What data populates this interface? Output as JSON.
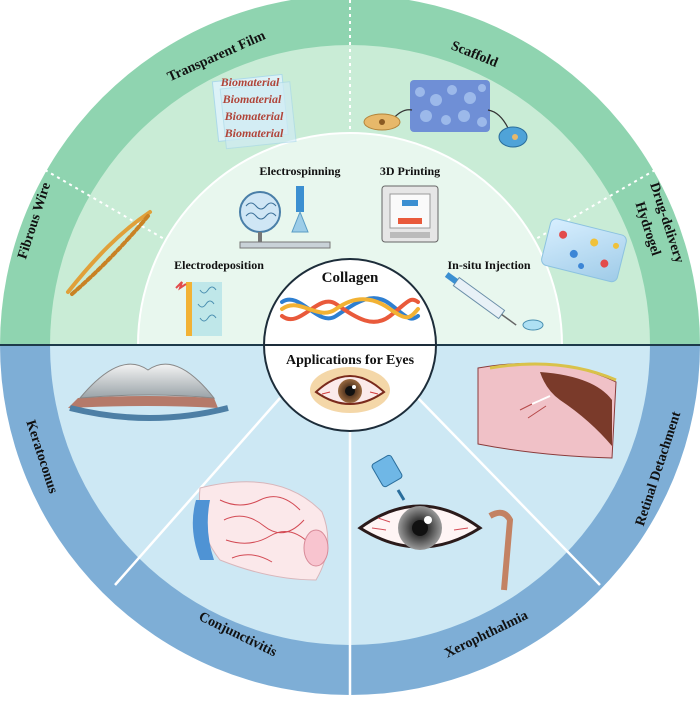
{
  "center": {
    "top_label": "Collagen",
    "bottom_label": "Applications for Eyes"
  },
  "outer_ring_top": [
    {
      "label": "Transparent Film"
    },
    {
      "label": "Scaffold"
    },
    {
      "label": "Fibrous Wire"
    },
    {
      "label_line1": "Drug-delivery",
      "label_line2": "Hydrogel"
    }
  ],
  "inner_ring_methods": [
    {
      "label": "Electrospinning"
    },
    {
      "label": "3D Printing"
    },
    {
      "label": "Electrodeposition"
    },
    {
      "label": "In-situ Injection"
    }
  ],
  "outer_ring_bottom": [
    {
      "label": "Keratoconus"
    },
    {
      "label": "Retinal Detachment"
    },
    {
      "label": "Conjunctivitis"
    },
    {
      "label": "Xerophthalmia"
    }
  ],
  "film_text": "Biomaterial",
  "colors": {
    "top_outer": "#8fd4b0",
    "top_middle": "#c9ecd6",
    "top_inner": "#e3f5ea",
    "bottom_outer": "#7eaed6",
    "bottom_inner": "#cde8f4",
    "divider_line": "#1d3a4a",
    "biomaterial_text": "#b0453a"
  }
}
